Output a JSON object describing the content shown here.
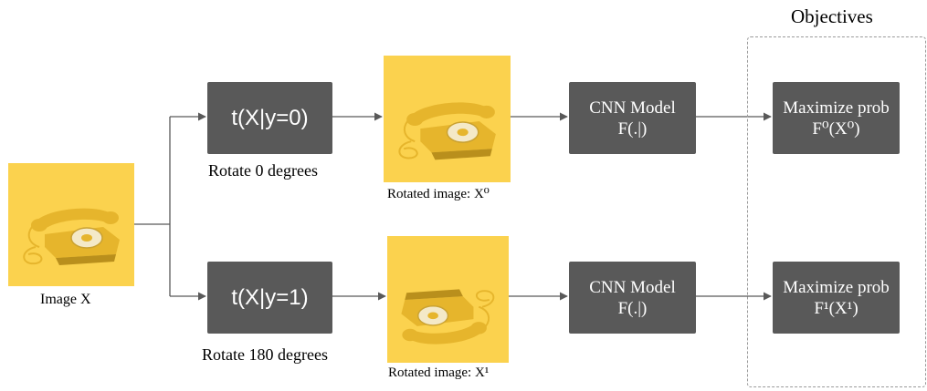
{
  "objectives_title": "Objectives",
  "input": {
    "label": "Image X"
  },
  "branches": [
    {
      "transform_label": "t(X|y=0)",
      "rotation_caption": "Rotate 0 degrees",
      "rotated_caption": "Rotated image: X⁰",
      "rotation_degrees": 0,
      "model_line1": "CNN Model",
      "model_line2": "F(.|)",
      "objective_line1": "Maximize prob",
      "objective_line2": "F⁰(X⁰)"
    },
    {
      "transform_label": "t(X|y=1)",
      "rotation_caption": "Rotate 180 degrees",
      "rotated_caption": "Rotated image: X¹",
      "rotation_degrees": 180,
      "model_line1": "CNN Model",
      "model_line2": "F(.|)",
      "objective_line1": "Maximize prob",
      "objective_line2": "F¹(X¹)"
    }
  ],
  "colors": {
    "box": "#595959",
    "image_bg": "#fbd24e",
    "phone": "#e6b52c",
    "arrow": "#595959",
    "dashed_border": "#9a9a9a"
  }
}
